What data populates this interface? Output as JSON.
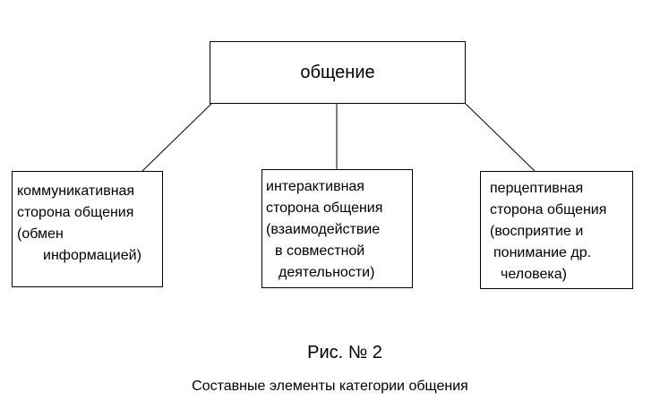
{
  "root": {
    "label": "общение"
  },
  "children": [
    {
      "lines": [
        "коммуникативная",
        "сторона общения",
        "(обмен",
        "информацией)"
      ]
    },
    {
      "lines": [
        "интерактивная",
        "сторона общения",
        "(взаимодействие",
        "в совместной",
        "деятельности)"
      ]
    },
    {
      "lines": [
        "перцептивная",
        "сторона общения",
        "(восприятие и",
        "понимание др.",
        "человека)"
      ]
    }
  ],
  "caption": {
    "figure": "Рис. № 2",
    "title": "Составные элементы категории общения"
  }
}
